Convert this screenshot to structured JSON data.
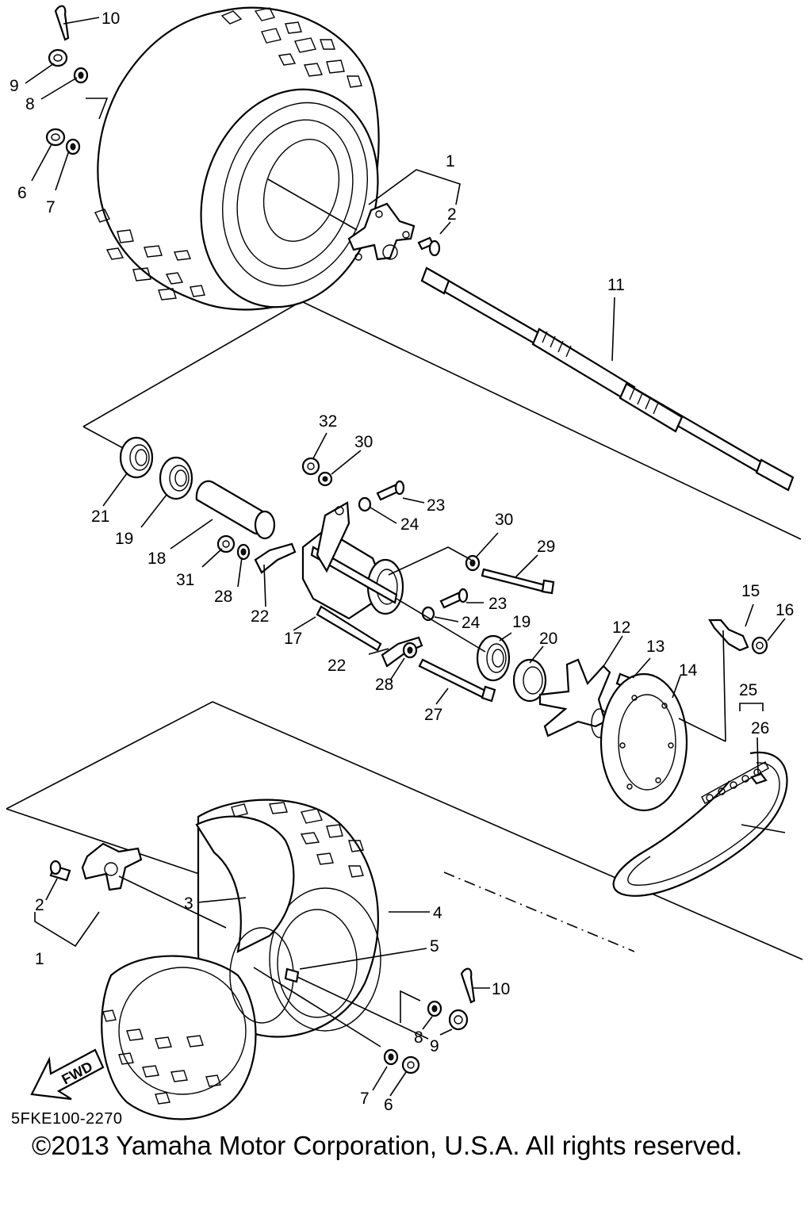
{
  "diagram": {
    "callouts": {
      "c1_top": "1",
      "c2_top": "2",
      "c6_top": "6",
      "c7_top": "7",
      "c8_top": "8",
      "c9_top": "9",
      "c10_top": "10",
      "c11": "11",
      "c32": "32",
      "c30_top": "30",
      "c21": "21",
      "c19_left": "19",
      "c18": "18",
      "c23_top": "23",
      "c24_top": "24",
      "c31": "31",
      "c28_left": "28",
      "c22_left": "22",
      "c17": "17",
      "c30_right": "30",
      "c29": "29",
      "c23_mid": "23",
      "c24_mid": "24",
      "c19_right": "19",
      "c20": "20",
      "c22_bottom": "22",
      "c28_bottom": "28",
      "c27": "27",
      "c12": "12",
      "c13": "13",
      "c14": "14",
      "c15": "15",
      "c16": "16",
      "c25": "25",
      "c26": "26",
      "c3": "3",
      "c4": "4",
      "c2_bottom": "2",
      "c1_bottom": "1",
      "c5": "5",
      "c10_bottom": "10",
      "c8_bottom": "8",
      "c9_bottom": "9",
      "c7_bottom": "7",
      "c6_bottom": "6"
    },
    "fwd_label": "FWD",
    "drawing_code": "5FKE100-2270",
    "copyright": "©2013 Yamaha Motor Corporation, U.S.A. All rights reserved."
  }
}
